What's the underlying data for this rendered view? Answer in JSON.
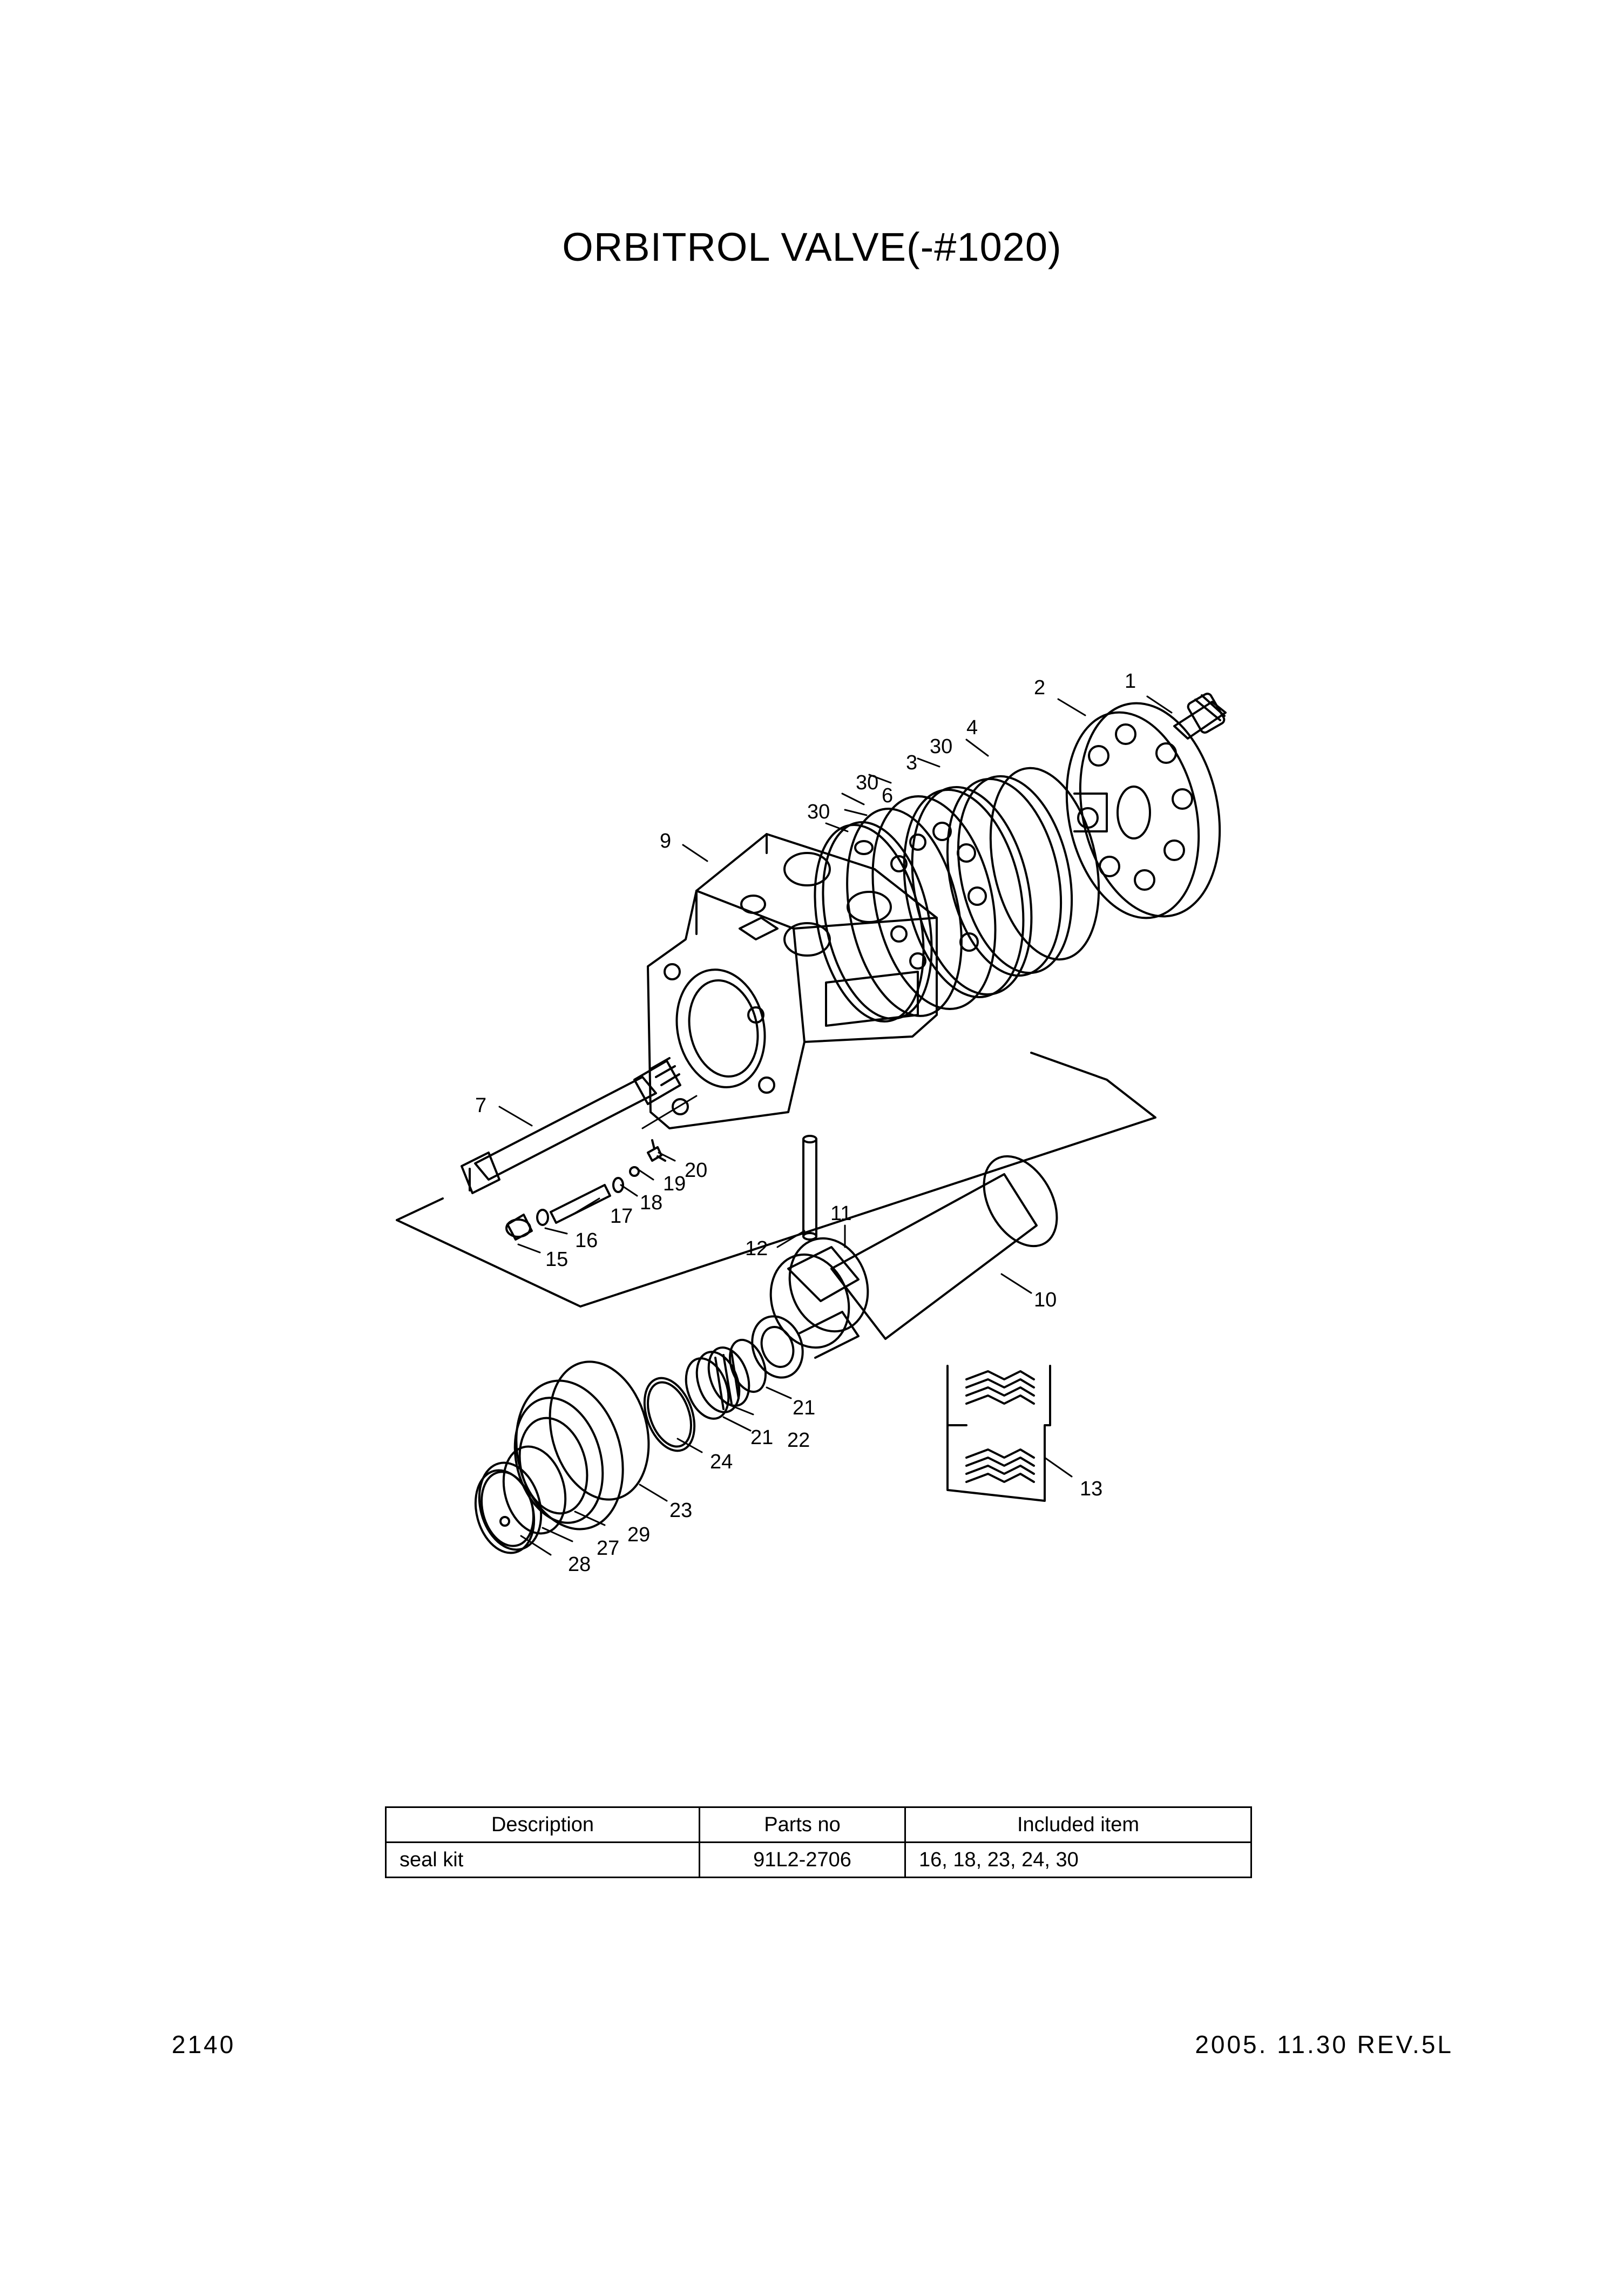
{
  "title": "ORBITROL VALVE(-#1020)",
  "callouts": {
    "c1": "1",
    "c2": "2",
    "c3": "3",
    "c4": "4",
    "c6": "6",
    "c7": "7",
    "c9": "9",
    "c10": "10",
    "c11": "11",
    "c12": "12",
    "c13": "13",
    "c15": "15",
    "c16": "16",
    "c17": "17",
    "c18": "18",
    "c19": "19",
    "c20": "20",
    "c21a": "21",
    "c21b": "21",
    "c22": "22",
    "c23": "23",
    "c24": "24",
    "c27": "27",
    "c28": "28",
    "c29": "29",
    "c30a": "30",
    "c30b": "30",
    "c30c": "30"
  },
  "table": {
    "headers": [
      "Description",
      "Parts no",
      "Included item"
    ],
    "rows": [
      [
        "seal kit",
        "91L2-2706",
        "16, 18, 23, 24, 30"
      ]
    ]
  },
  "footer": {
    "page": "2140",
    "date_rev": "2005. 11.30  REV.5L"
  }
}
